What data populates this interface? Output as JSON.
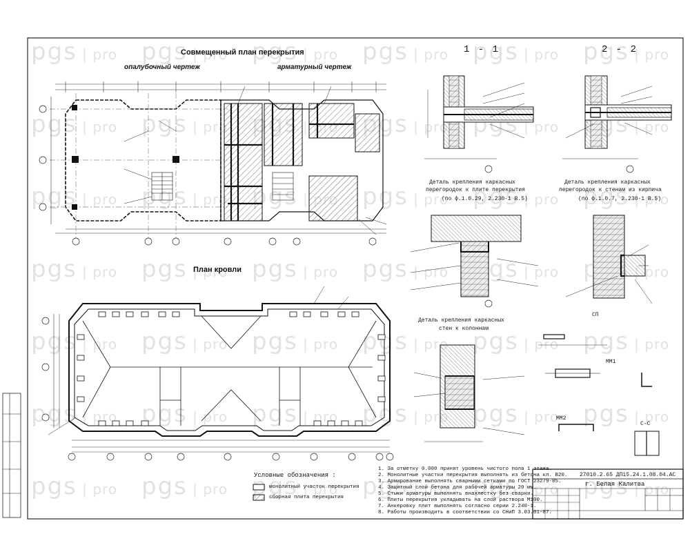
{
  "titles": {
    "plan_floor": "Совмещенный план перекрытия",
    "formwork": "опалубочный чертеж",
    "reinforcement": "арматурный чертеж",
    "plan_roof": "План кровли"
  },
  "sections": {
    "s1": "1 - 1",
    "s2": "2 - 2",
    "s3": "СП",
    "s4": "ММ1",
    "s5": "ММ2",
    "s6": "С-С"
  },
  "details": {
    "d1_line1": "Деталь крепления каркасных",
    "d1_line2": "перегородок к плите перекрытия",
    "d1_line3": "(по ф.1.0.29, 2.230-1 В.5)",
    "d2_line1": "Деталь крепления каркасных",
    "d2_line2": "перегородок к стенам из кирпича",
    "d2_line3": "(по ф.1.0.7, 2.230-1 В.5)",
    "d3_line1": "Деталь крепления каркасных",
    "d3_line2": "стен к колоннам"
  },
  "legend": {
    "title": "Условные обозначения :",
    "item1": "монолитный участок перекрытия",
    "item2": "сборная плита перекрытия"
  },
  "notes": [
    "1. За отметку 0.000 принят уровень чистого пола 1 этажа.",
    "2. Монолитные участки перекрытия выполнять из бетона кл. В20.",
    "3. Армирование выполнять сварными сетками по ГОСТ 23279-85.",
    "4. Защитный слой бетона для рабочей арматуры 20 мм.",
    "5. Стыки арматуры выполнять внахлестку без сварки.",
    "6. Плиты перекрытия укладывать на слой раствора М100.",
    "7. Анкеровку плит выполнять согласно серии 2.240-1.",
    "8. Работы производить в соответствии со СНиП 3.03.01-87."
  ],
  "title_block": {
    "code": "27010.2.65 ДП15.24.1.08.04.АС",
    "city": "г. Белая Калитва"
  },
  "watermark": {
    "brand": "pgs",
    "suffix": "pro"
  }
}
